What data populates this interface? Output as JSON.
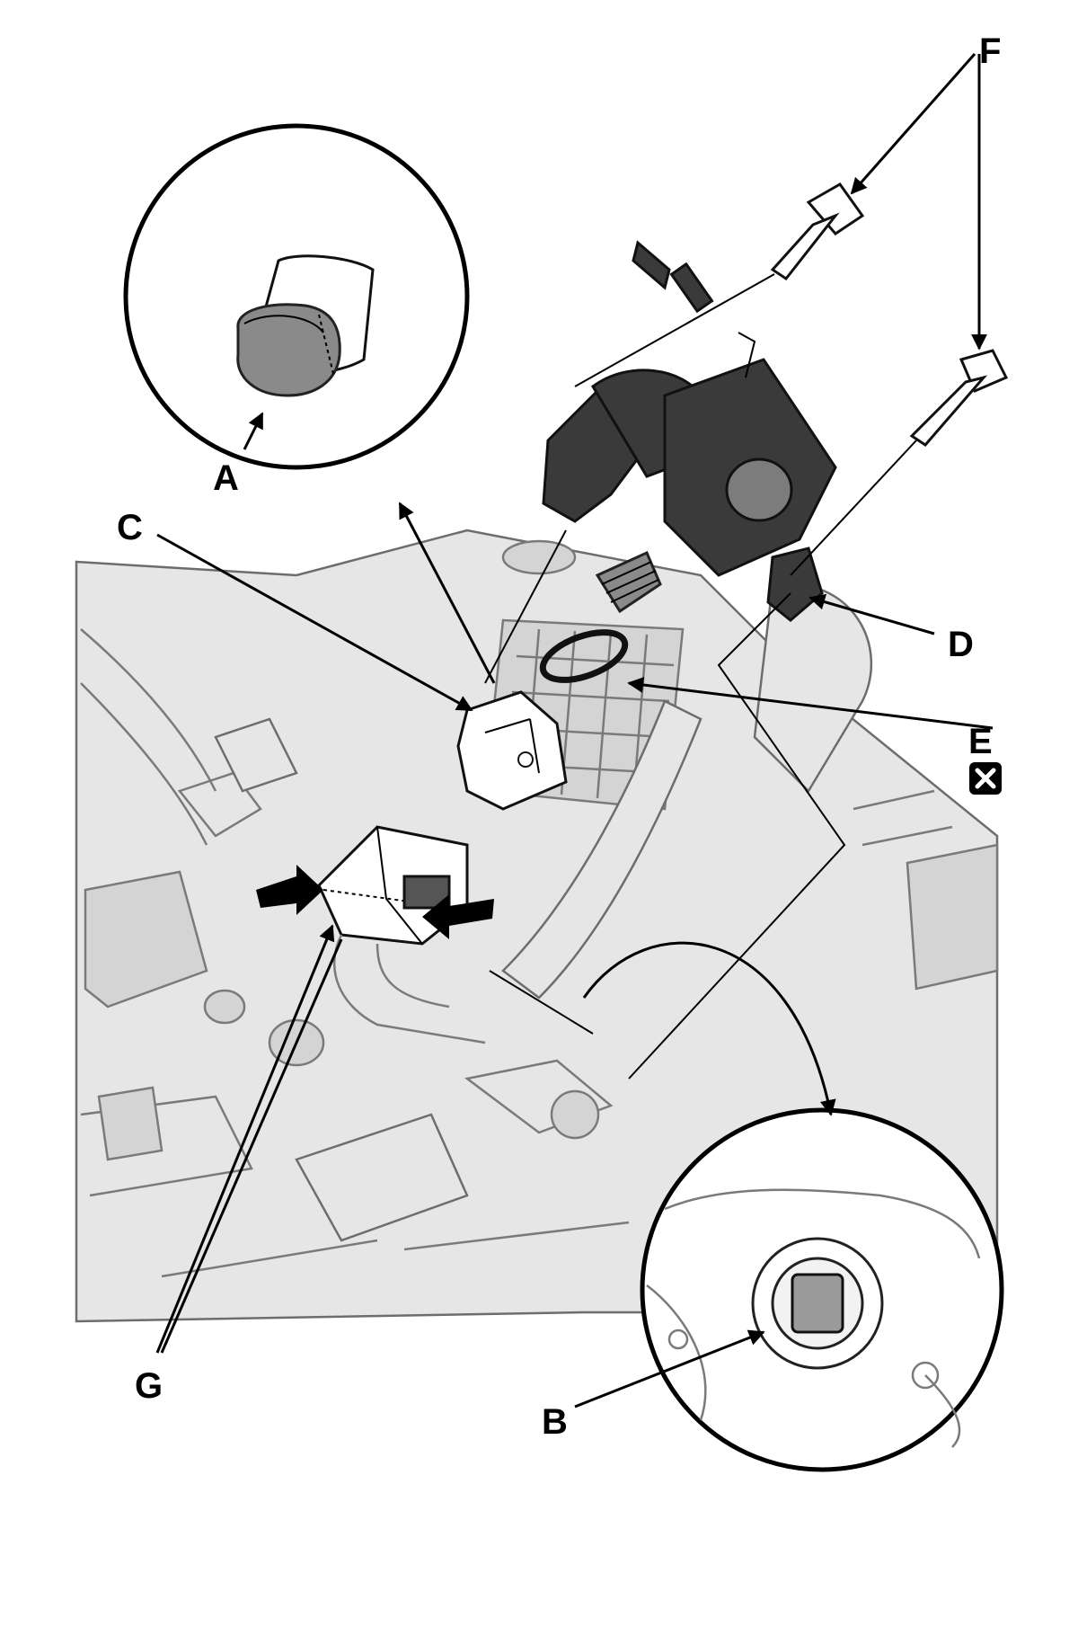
{
  "labels": {
    "a": "A",
    "b": "B",
    "c": "C",
    "d": "D",
    "e": "E",
    "f": "F",
    "g": "G"
  },
  "icons": {
    "replace_marker": "x-box-icon"
  },
  "colors": {
    "ink": "#000000",
    "engine_fill": "#e6e6e6",
    "pump_body": "#3a3a3a"
  }
}
